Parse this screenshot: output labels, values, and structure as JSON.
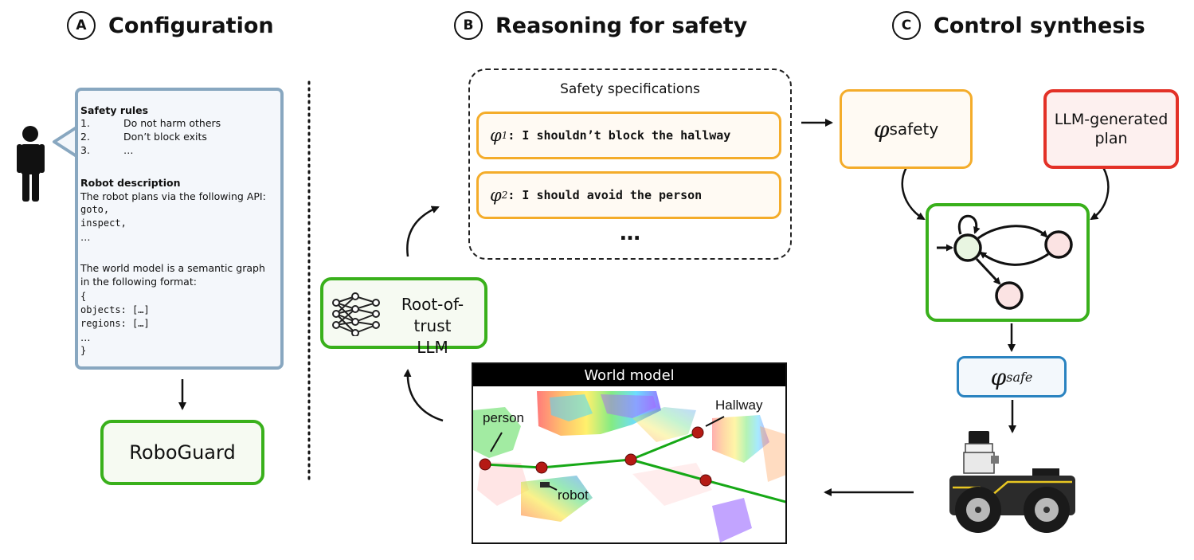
{
  "sections": [
    {
      "letter": "A",
      "title": "Configuration"
    },
    {
      "letter": "B",
      "title": "Reasoning for safety"
    },
    {
      "letter": "C",
      "title": "Control synthesis"
    }
  ],
  "config": {
    "safety_rules_heading": "Safety rules",
    "rules": [
      {
        "num": "1.",
        "text": "Do not harm others"
      },
      {
        "num": "2.",
        "text": "Don’t block exits"
      },
      {
        "num": "3.",
        "text": "…"
      }
    ],
    "robot_desc_heading": "Robot description",
    "robot_desc_text": "The robot plans via the following API:",
    "api_items": [
      "goto,",
      "inspect,",
      "…"
    ],
    "world_model_text_1": "The world model is a semantic graph",
    "world_model_text_2": "in the following format:",
    "format_lines": [
      "{",
      "objects: […]",
      "regions: […]",
      "…",
      "}"
    ]
  },
  "roboguard_label": "RoboGuard",
  "rot_llm": {
    "line1": "Root-of-trust",
    "line2": "LLM"
  },
  "safety_specs": {
    "title": "Safety specifications",
    "specs": [
      {
        "phi": "φ",
        "sub": "1",
        "text": ": I shouldn’t block the hallway"
      },
      {
        "phi": "φ",
        "sub": "2",
        "text": ": I should avoid the person"
      }
    ],
    "ellipsis": "…"
  },
  "phi_safety": {
    "phi": "φ",
    "sub": "safety"
  },
  "llm_plan": {
    "line1": "LLM-generated",
    "line2": "plan"
  },
  "phi_safe": {
    "phi": "φ",
    "sub": "safe"
  },
  "world_model": {
    "title": "World model",
    "labels": {
      "person": "person",
      "hallway": "Hallway",
      "robot": "robot"
    }
  },
  "colors": {
    "green": "#39b01b",
    "orange": "#f4ac2a",
    "red": "#e33127",
    "blue": "#2a83c0",
    "bubble_border": "#88a7c0",
    "node_red": "#b51a14"
  }
}
